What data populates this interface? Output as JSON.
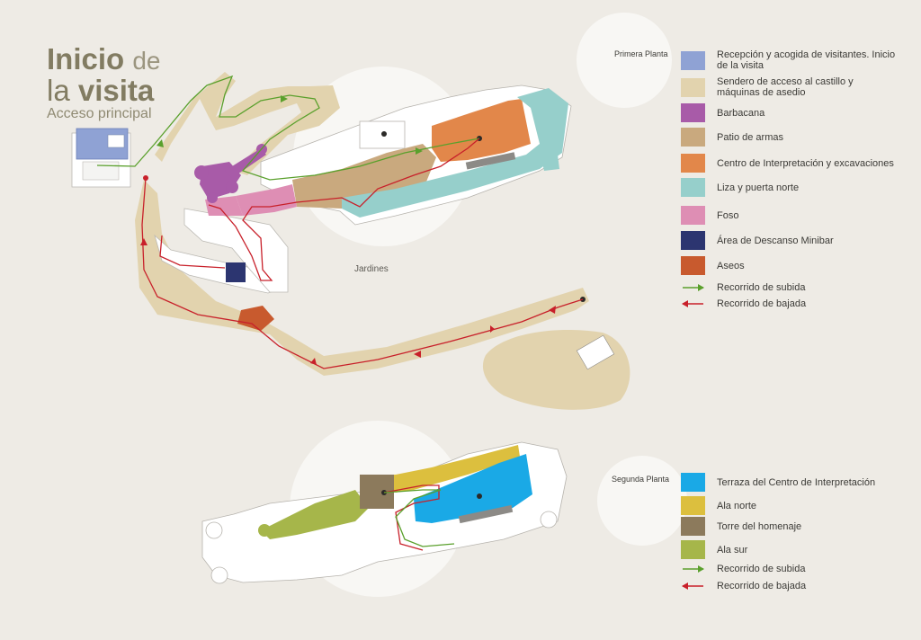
{
  "title": {
    "line1_main": "Inicio",
    "line1_de": "de",
    "line2_la": "la",
    "line2_visita": "visita",
    "subtitle": "Acceso principal"
  },
  "map_labels": {
    "jardines": "Jardines"
  },
  "first_floor": {
    "label": "Primera Planta",
    "items": [
      {
        "label": "Recepción y acogida de visitantes. Inicio de la visita",
        "color": "#8fa2d4"
      },
      {
        "label": "Sendero de acceso al castillo y máquinas de asedio",
        "color": "#e2d3ae"
      },
      {
        "label": "Barbacana",
        "color": "#a85ba8"
      },
      {
        "label": "Patio de armas",
        "color": "#c9a97e"
      },
      {
        "label": "Centro de Interpretación y excavaciones",
        "color": "#e2874a"
      },
      {
        "label": "Liza y puerta norte",
        "color": "#96cfcb"
      },
      {
        "label": "Foso",
        "color": "#de8eb4"
      },
      {
        "label": "Área de Descanso Minibar",
        "color": "#2c3570"
      },
      {
        "label": "Aseos",
        "color": "#c85a2e"
      }
    ],
    "routes": [
      {
        "label": "Recorrido de subida",
        "color": "#5aa02c"
      },
      {
        "label": "Recorrido de bajada",
        "color": "#c8202a"
      }
    ]
  },
  "second_floor": {
    "label": "Segunda Planta",
    "items": [
      {
        "label": "Terraza del Centro de Interpretación",
        "color": "#1aa9e6"
      },
      {
        "label": "Ala norte",
        "color": "#dcbf3e"
      },
      {
        "label": "Torre del homenaje",
        "color": "#8c7a5c"
      },
      {
        "label": "Ala sur",
        "color": "#a6b64a"
      }
    ],
    "routes": [
      {
        "label": "Recorrido de subida",
        "color": "#5aa02c"
      },
      {
        "label": "Recorrido de bajada",
        "color": "#c8202a"
      }
    ]
  }
}
